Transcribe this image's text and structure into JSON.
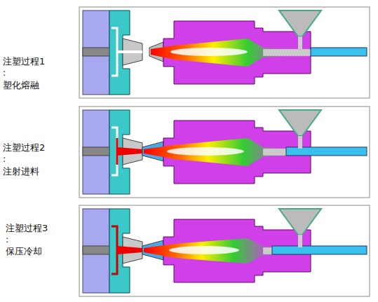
{
  "diagram": {
    "labels": [
      "注塑过程1",
      ":",
      "塑化熔融",
      "注塑过程2",
      ":",
      "注射进料",
      "注塑过程3",
      ":",
      "保压冷却"
    ]
  }
}
